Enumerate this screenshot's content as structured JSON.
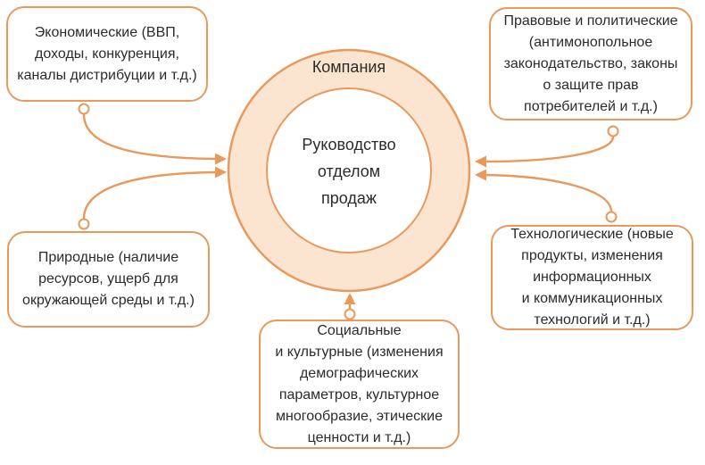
{
  "diagram": {
    "title_hint": "Макросреда компании: факторы внешней среды, влияющие на руководство отделом продаж",
    "center": {
      "ring_label": "Компания",
      "core_label": "Руководство\nотделом\nпродаж"
    },
    "factors": {
      "economic": "Экономические (ВВП,\nдоходы, конкуренция,\nканалы дистрибуции и т.д.)",
      "legal_political": "Правовые и политические\n(антимонопольное\nзаконодательство, законы\nо защите прав\nпотребителей и т.д.)",
      "natural": "Природные (наличие\nресурсов, ущерб для\nокружающей среды и т.д.)",
      "technological": "Технологические (новые\nпродукты, изменения\nинформационных\nи коммуникационных\nтехнологий и т.д.)",
      "social_cultural": "Социальные\nи культурные (изменения\nдемографических\nпараметров, культурное\nмногообразие, этические\nценности и т.д.)"
    },
    "colors": {
      "accent": "#e9995c",
      "ring_fill": "#fbe5d0",
      "box_background": "#ffffff",
      "text": "#2b2b2b"
    }
  }
}
